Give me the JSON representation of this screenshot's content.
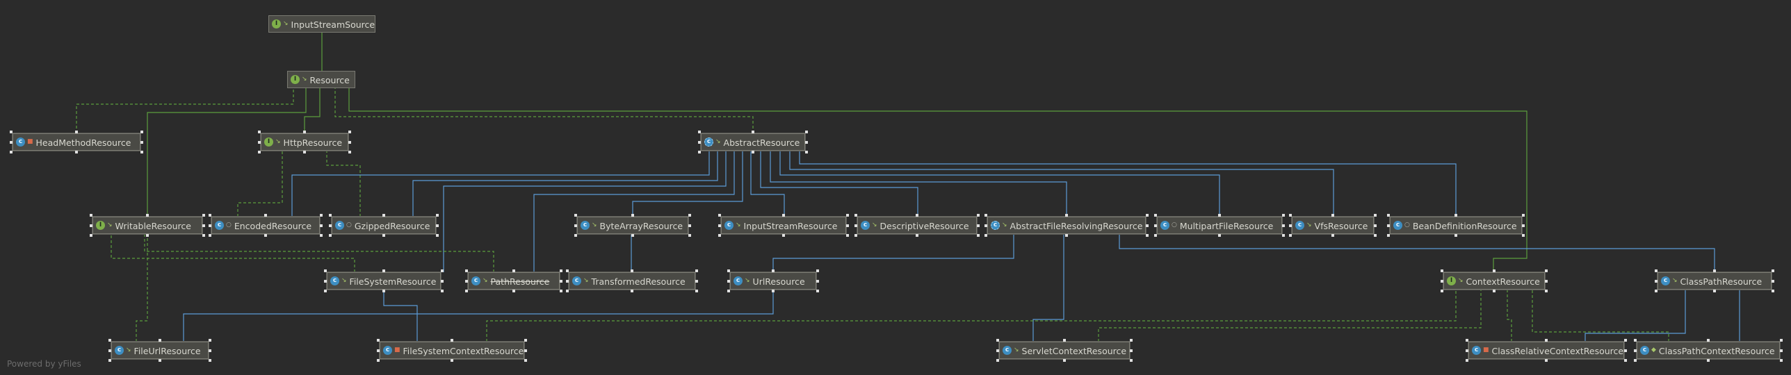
{
  "colors": {
    "background": "#2b2b2b",
    "node_fill": "#4a4a45",
    "node_border": "#7a7a72",
    "implements_edge": "#5b9e3e",
    "extends_edge": "#5b9bd5",
    "selection_handle": "#e0e0e0"
  },
  "watermark": "Powered by yFiles",
  "nodes": [
    {
      "id": "InputStreamSource",
      "label": "InputStreamSource",
      "kind": "interface",
      "icon": "interface-icon",
      "modifier": "public"
    },
    {
      "id": "Resource",
      "label": "Resource",
      "kind": "interface",
      "icon": "interface-icon",
      "modifier": "public"
    },
    {
      "id": "HeadMethodResource",
      "label": "HeadMethodResource",
      "kind": "anonymous-class",
      "icon": "anonymous-class-icon",
      "modifier": "private"
    },
    {
      "id": "HttpResource",
      "label": "HttpResource",
      "kind": "interface",
      "icon": "interface-icon",
      "modifier": "public"
    },
    {
      "id": "AbstractResource",
      "label": "AbstractResource",
      "kind": "abstract-class",
      "icon": "abstract-class-icon",
      "modifier": "public"
    },
    {
      "id": "WritableResource",
      "label": "WritableResource",
      "kind": "interface",
      "icon": "interface-icon",
      "modifier": "public"
    },
    {
      "id": "EncodedResource",
      "label": "EncodedResource",
      "kind": "anonymous-class",
      "icon": "anonymous-class-icon",
      "modifier": "package"
    },
    {
      "id": "GzippedResource",
      "label": "GzippedResource",
      "kind": "anonymous-class",
      "icon": "anonymous-class-icon",
      "modifier": "package"
    },
    {
      "id": "ByteArrayResource",
      "label": "ByteArrayResource",
      "kind": "class",
      "icon": "class-icon",
      "modifier": "public"
    },
    {
      "id": "InputStreamResource",
      "label": "InputStreamResource",
      "kind": "class",
      "icon": "class-icon",
      "modifier": "public"
    },
    {
      "id": "DescriptiveResource",
      "label": "DescriptiveResource",
      "kind": "class",
      "icon": "class-icon",
      "modifier": "public"
    },
    {
      "id": "AbstractFileResolvingResource",
      "label": "AbstractFileResolvingResource",
      "kind": "abstract-class",
      "icon": "abstract-class-icon",
      "modifier": "public"
    },
    {
      "id": "MultipartFileResource",
      "label": "MultipartFileResource",
      "kind": "class",
      "icon": "class-icon",
      "modifier": "package"
    },
    {
      "id": "VfsResource",
      "label": "VfsResource",
      "kind": "class",
      "icon": "class-icon",
      "modifier": "public"
    },
    {
      "id": "BeanDefinitionResource",
      "label": "BeanDefinitionResource",
      "kind": "class",
      "icon": "class-icon",
      "modifier": "package"
    },
    {
      "id": "FileSystemResource",
      "label": "FileSystemResource",
      "kind": "class",
      "icon": "class-icon",
      "modifier": "public"
    },
    {
      "id": "PathResource",
      "label": "PathResource",
      "kind": "class",
      "icon": "class-icon",
      "modifier": "public",
      "deprecated": true
    },
    {
      "id": "TransformedResource",
      "label": "TransformedResource",
      "kind": "class",
      "icon": "class-icon",
      "modifier": "public"
    },
    {
      "id": "UrlResource",
      "label": "UrlResource",
      "kind": "class",
      "icon": "class-icon",
      "modifier": "public"
    },
    {
      "id": "ContextResource",
      "label": "ContextResource",
      "kind": "interface",
      "icon": "interface-icon",
      "modifier": "public"
    },
    {
      "id": "ClassPathResource",
      "label": "ClassPathResource",
      "kind": "class",
      "icon": "class-icon",
      "modifier": "public"
    },
    {
      "id": "FileUrlResource",
      "label": "FileUrlResource",
      "kind": "class",
      "icon": "class-icon",
      "modifier": "public"
    },
    {
      "id": "FileSystemContextResource",
      "label": "FileSystemContextResource",
      "kind": "anonymous-class",
      "icon": "anonymous-class-icon",
      "modifier": "private"
    },
    {
      "id": "ServletContextResource",
      "label": "ServletContextResource",
      "kind": "class",
      "icon": "class-icon",
      "modifier": "public"
    },
    {
      "id": "ClassRelativeContextResource",
      "label": "ClassRelativeContextResource",
      "kind": "anonymous-class",
      "icon": "anonymous-class-icon",
      "modifier": "private"
    },
    {
      "id": "ClassPathContextResource",
      "label": "ClassPathContextResource",
      "kind": "class",
      "icon": "class-icon",
      "modifier": "protected"
    }
  ],
  "edges": [
    {
      "from": "Resource",
      "to": "InputStreamSource",
      "type": "extends-interface"
    },
    {
      "from": "HeadMethodResource",
      "to": "Resource",
      "type": "implements"
    },
    {
      "from": "WritableResource",
      "to": "Resource",
      "type": "extends-interface"
    },
    {
      "from": "HttpResource",
      "to": "Resource",
      "type": "extends-interface"
    },
    {
      "from": "AbstractResource",
      "to": "Resource",
      "type": "implements"
    },
    {
      "from": "ContextResource",
      "to": "Resource",
      "type": "extends-interface"
    },
    {
      "from": "EncodedResource",
      "to": "HttpResource",
      "type": "implements"
    },
    {
      "from": "GzippedResource",
      "to": "HttpResource",
      "type": "implements"
    },
    {
      "from": "EncodedResource",
      "to": "AbstractResource",
      "type": "extends"
    },
    {
      "from": "GzippedResource",
      "to": "AbstractResource",
      "type": "extends"
    },
    {
      "from": "FileSystemResource",
      "to": "AbstractResource",
      "type": "extends"
    },
    {
      "from": "PathResource",
      "to": "AbstractResource",
      "type": "extends"
    },
    {
      "from": "ByteArrayResource",
      "to": "AbstractResource",
      "type": "extends"
    },
    {
      "from": "InputStreamResource",
      "to": "AbstractResource",
      "type": "extends"
    },
    {
      "from": "DescriptiveResource",
      "to": "AbstractResource",
      "type": "extends"
    },
    {
      "from": "AbstractFileResolvingResource",
      "to": "AbstractResource",
      "type": "extends"
    },
    {
      "from": "MultipartFileResource",
      "to": "AbstractResource",
      "type": "extends"
    },
    {
      "from": "VfsResource",
      "to": "AbstractResource",
      "type": "extends"
    },
    {
      "from": "BeanDefinitionResource",
      "to": "AbstractResource",
      "type": "extends"
    },
    {
      "from": "TransformedResource",
      "to": "ByteArrayResource",
      "type": "extends"
    },
    {
      "from": "FileSystemResource",
      "to": "WritableResource",
      "type": "implements"
    },
    {
      "from": "PathResource",
      "to": "WritableResource",
      "type": "implements"
    },
    {
      "from": "FileUrlResource",
      "to": "WritableResource",
      "type": "implements"
    },
    {
      "from": "UrlResource",
      "to": "AbstractFileResolvingResource",
      "type": "extends"
    },
    {
      "from": "ClassPathResource",
      "to": "AbstractFileResolvingResource",
      "type": "extends"
    },
    {
      "from": "ServletContextResource",
      "to": "AbstractFileResolvingResource",
      "type": "extends"
    },
    {
      "from": "FileUrlResource",
      "to": "UrlResource",
      "type": "extends"
    },
    {
      "from": "FileSystemContextResource",
      "to": "FileSystemResource",
      "type": "extends"
    },
    {
      "from": "FileSystemContextResource",
      "to": "ContextResource",
      "type": "implements"
    },
    {
      "from": "ServletContextResource",
      "to": "ContextResource",
      "type": "implements"
    },
    {
      "from": "ClassRelativeContextResource",
      "to": "ContextResource",
      "type": "implements"
    },
    {
      "from": "ClassPathContextResource",
      "to": "ContextResource",
      "type": "implements"
    },
    {
      "from": "ClassRelativeContextResource",
      "to": "ClassPathResource",
      "type": "extends"
    },
    {
      "from": "ClassPathContextResource",
      "to": "ClassPathResource",
      "type": "extends"
    }
  ]
}
